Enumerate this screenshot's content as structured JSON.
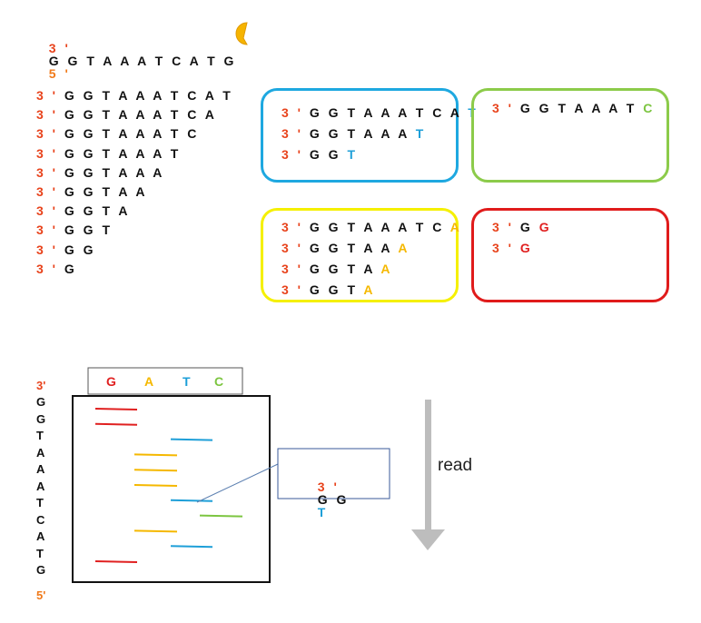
{
  "colors": {
    "prime": "#E8431C",
    "five_prime": "#F07A1A",
    "base": "#111111",
    "G": "#E02020",
    "A": "#F5B800",
    "T": "#1E9FD8",
    "C": "#7CC540",
    "box_T": "#1EA8E0",
    "box_C": "#8CCB4A",
    "box_A": "#F5F000",
    "box_G": "#E01B1B",
    "arrow": "#BDBDBD"
  },
  "top_sequence": {
    "prime3": "3 '",
    "bases": "G G T A A A T C A T G",
    "prime5": "5 '",
    "pacman_icon": "pacman-icon"
  },
  "fragments": [
    {
      "prime": "3 '",
      "bases": "G G T A A A T C A T"
    },
    {
      "prime": "3 '",
      "bases": "G G T A A A T C A"
    },
    {
      "prime": "3 '",
      "bases": "G G T A A A T C"
    },
    {
      "prime": "3 '",
      "bases": "G G T A A A T"
    },
    {
      "prime": "3 '",
      "bases": "G G T A A A"
    },
    {
      "prime": "3 '",
      "bases": "G G T A A"
    },
    {
      "prime": "3 '",
      "bases": "G G T A"
    },
    {
      "prime": "3 '",
      "bases": "G G T"
    },
    {
      "prime": "3 '",
      "bases": "G G"
    },
    {
      "prime": "3 '",
      "bases": "G"
    }
  ],
  "boxes": {
    "T": [
      {
        "prime": "3 '",
        "bases": "G G T A A A T C A",
        "last": "T"
      },
      {
        "prime": "3 '",
        "bases": "G G T A A A",
        "last": "T"
      },
      {
        "prime": "3 '",
        "bases": "G G",
        "last": "T"
      }
    ],
    "C": [
      {
        "prime": "3 '",
        "bases": "G G T A A A T",
        "last": "C"
      }
    ],
    "A": [
      {
        "prime": "3 '",
        "bases": "G G T A A A T C",
        "last": "A"
      },
      {
        "prime": "3 '",
        "bases": "G G T A A",
        "last": "A"
      },
      {
        "prime": "3 '",
        "bases": "G G T A",
        "last": "A"
      },
      {
        "prime": "3 '",
        "bases": "G G T",
        "last": "A"
      }
    ],
    "G": [
      {
        "prime": "3 '",
        "bases": "G",
        "last": "G"
      },
      {
        "prime": "3 '",
        "bases": "",
        "last": "G"
      }
    ]
  },
  "gel": {
    "lanes": [
      "G",
      "A",
      "T",
      "C"
    ],
    "strand_top": "3'",
    "strand_bases": [
      "G",
      "G",
      "T",
      "A",
      "A",
      "A",
      "T",
      "C",
      "A",
      "T",
      "G"
    ],
    "strand_bottom": "5'",
    "bands": [
      "G",
      "G",
      "T",
      "A",
      "A",
      "A",
      "T",
      "C",
      "A",
      "T",
      "G"
    ],
    "callout": {
      "prime": "3 '",
      "bases": "G G",
      "last": "T"
    },
    "read_label": "read"
  }
}
